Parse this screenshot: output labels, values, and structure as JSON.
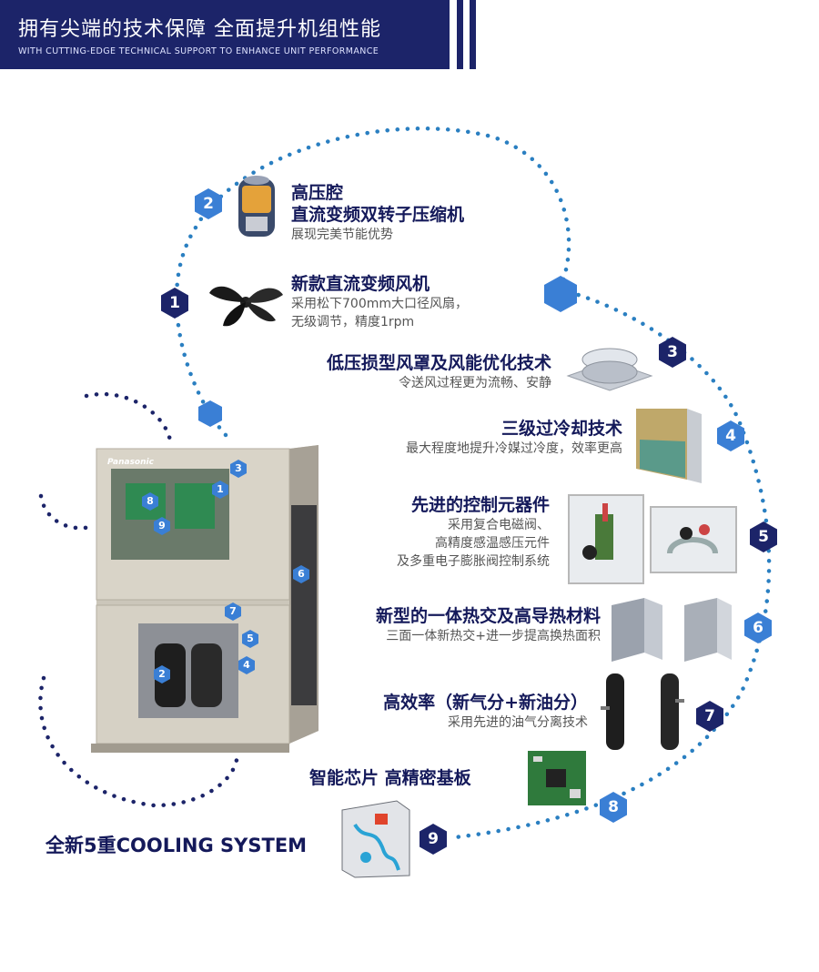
{
  "header": {
    "title": "拥有尖端的技术保障  全面提升机组性能",
    "subtitle": "WITH CUTTING-EDGE TECHNICAL SUPPORT TO ENHANCE UNIT PERFORMANCE"
  },
  "brand": "Panasonic",
  "features": [
    {
      "num": "1",
      "title": "新款直流变频风机",
      "desc1": "采用松下700mm大口径风扇，",
      "desc2": "无级调节，精度1rpm"
    },
    {
      "num": "2",
      "title": "高压腔",
      "title2": "直流变频双转子压缩机",
      "desc1": "展现完美节能优势"
    },
    {
      "num": "3",
      "title": "低压损型风罩及风能优化技术",
      "desc1": "令送风过程更为流畅、安静"
    },
    {
      "num": "4",
      "title": "三级过冷却技术",
      "desc1": "最大程度地提升冷媒过冷度，效率更高"
    },
    {
      "num": "5",
      "title": "先进的控制元器件",
      "desc1": "采用复合电磁阀、",
      "desc2": "高精度感温感压元件",
      "desc3": "及多重电子膨胀阀控制系统"
    },
    {
      "num": "6",
      "title": "新型的一体热交及高导热材料",
      "desc1": "三面一体新热交+进一步提高换热面积"
    },
    {
      "num": "7",
      "title": "高效率（新气分+新油分）",
      "desc1": "采用先进的油气分离技术"
    },
    {
      "num": "8",
      "title": "智能芯片  高精密基板"
    },
    {
      "num": "9"
    }
  ],
  "unit_markers": [
    "3",
    "1",
    "8",
    "9",
    "6",
    "7",
    "5",
    "2",
    "4"
  ],
  "bottom_label": "全新5重COOLING SYSTEM",
  "colors": {
    "navy": "#1c2469",
    "blue": "#3a7fd5",
    "dots": "#2a7fc1"
  }
}
